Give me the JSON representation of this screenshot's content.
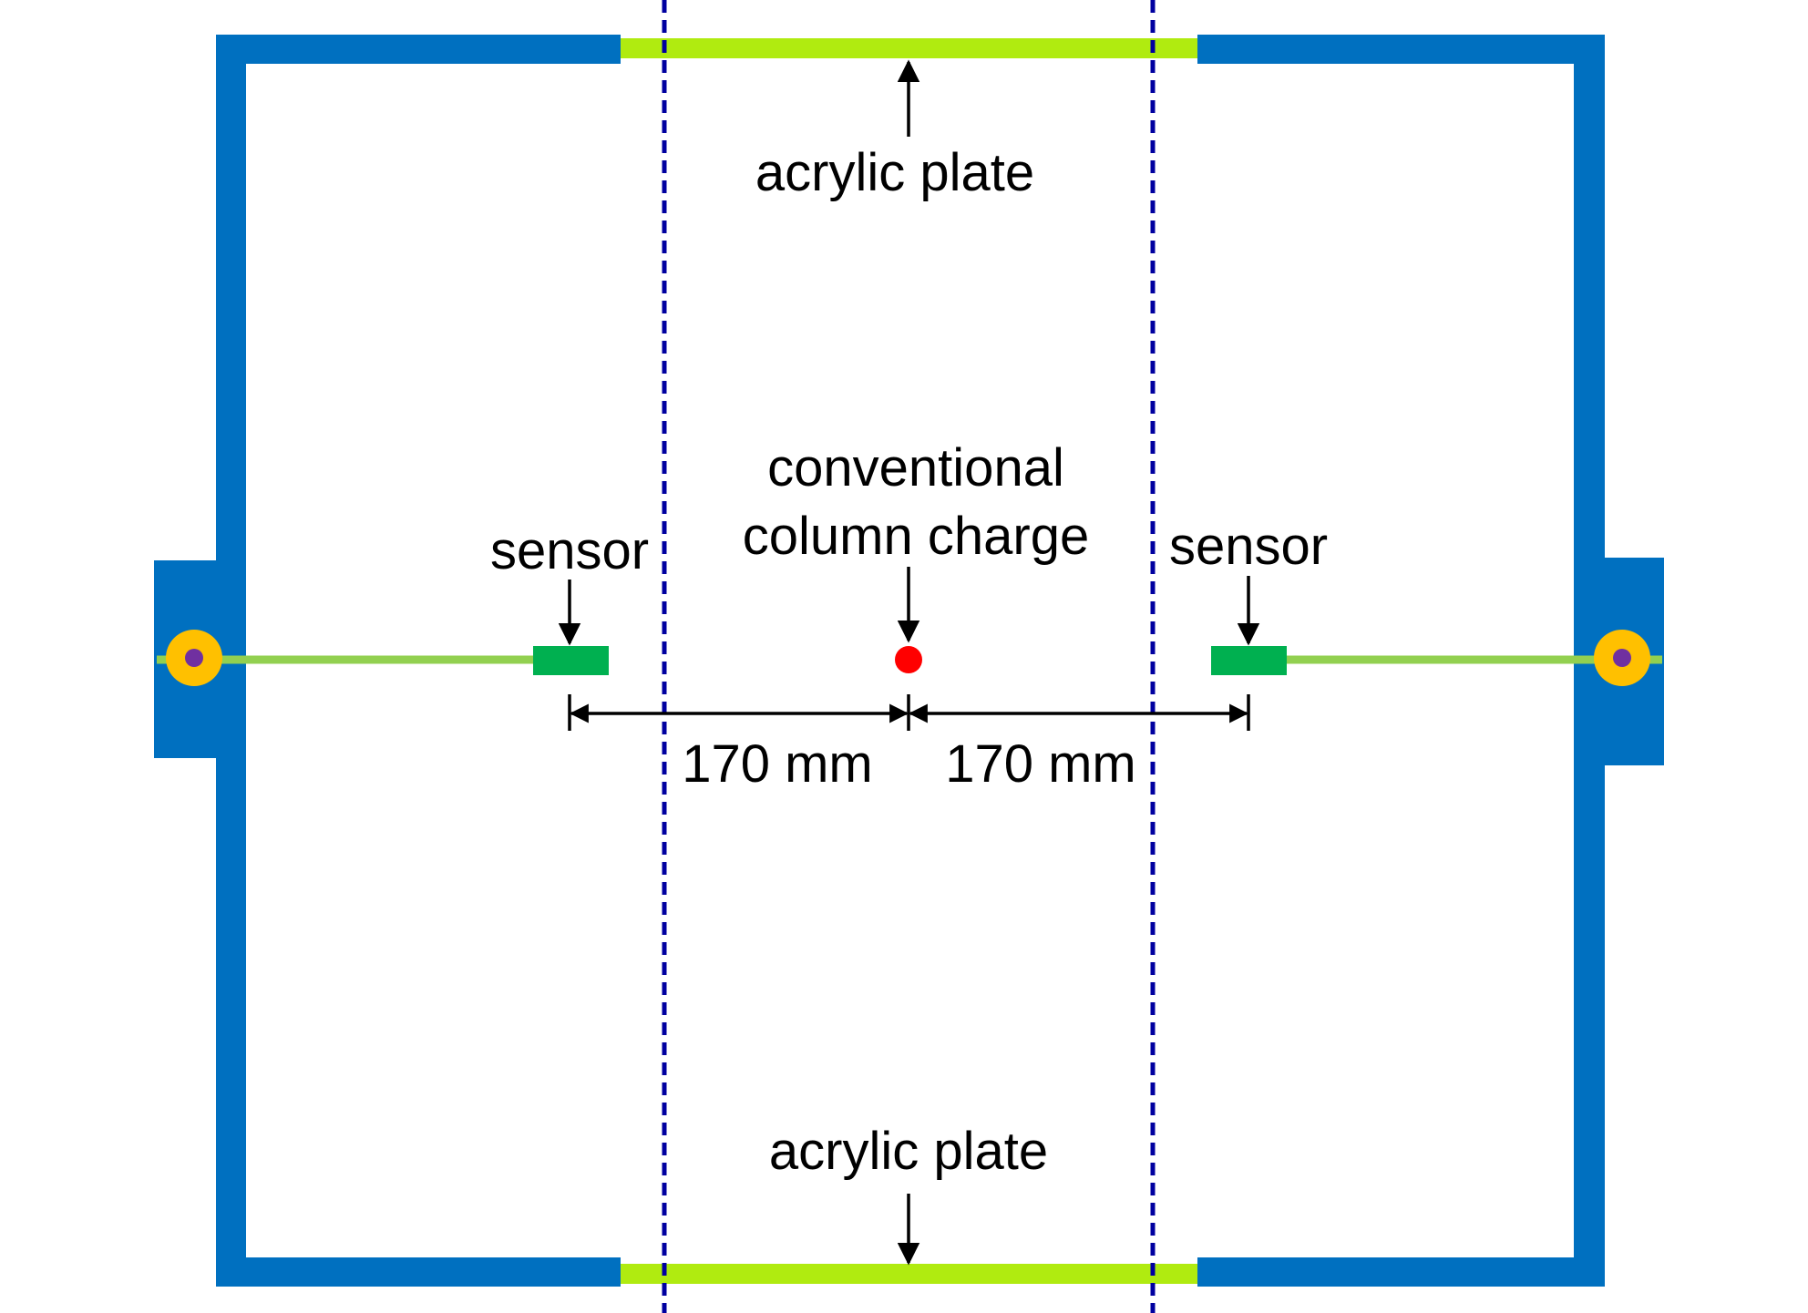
{
  "labels": {
    "top_plate": "acrylic plate",
    "bottom_plate": "acrylic plate",
    "charge_line1": "conventional",
    "charge_line2": "column charge",
    "left_sensor": "sensor",
    "right_sensor": "sensor",
    "left_distance": "170 mm",
    "right_distance": "170 mm"
  },
  "colors": {
    "frame": "#0070C0",
    "acrylic": "#B0EB10",
    "cable": "#92D050",
    "sensor": "#00B050",
    "charge": "#FF0000",
    "dashed_line": "#0000A0",
    "connector_outer": "#FFC000",
    "connector_inner": "#7030A0",
    "arrow": "#000000"
  }
}
